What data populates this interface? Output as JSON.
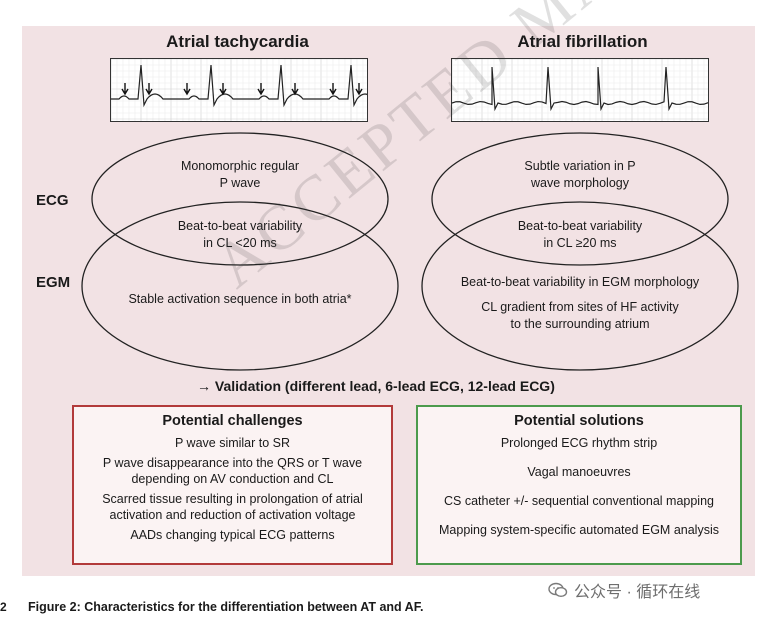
{
  "titles": {
    "at": "Atrial tachycardia",
    "af": "Atrial fibrillation"
  },
  "row_labels": {
    "ecg": "ECG",
    "egm": "EGM"
  },
  "at": {
    "ecg_only": [
      "Monomorphic regular",
      "P wave"
    ],
    "overlap": [
      "Beat-to-beat variability",
      "in CL <20 ms"
    ],
    "egm_only": [
      "Stable activation sequence in both atria*"
    ]
  },
  "af": {
    "ecg_only": [
      "Subtle variation in P",
      "wave morphology"
    ],
    "overlap": [
      "Beat-to-beat variability",
      "in CL ≥20 ms"
    ],
    "egm_only_1": [
      "Beat-to-beat variability in EGM morphology"
    ],
    "egm_only_2": [
      "CL gradient from sites of HF activity",
      "to the surrounding atrium"
    ]
  },
  "validation": "→ Validation (different lead, 6-lead ECG, 12-lead ECG)",
  "challenges": {
    "title": "Potential challenges",
    "items": [
      "P wave similar to SR",
      "P wave disappearance into the QRS or T wave depending on AV conduction and CL",
      "Scarred tissue resulting in prolongation of atrial activation and reduction of activation voltage",
      "AADs changing typical ECG patterns"
    ]
  },
  "solutions": {
    "title": "Potential solutions",
    "items": [
      "Prolonged ECG rhythm strip",
      "Vagal manoeuvres",
      "CS catheter +/- sequential conventional mapping",
      "Mapping system-specific automated EGM analysis"
    ]
  },
  "caption_number": "2",
  "caption": "Figure 2: Characteristics  for the differentiation  between AT and AF.",
  "watermark": "ACCEPTED MANUSCRIPT",
  "wechat_label": "公众号 · 循环在线",
  "colors": {
    "panel": "#f2e2e4",
    "challenge_border": "#b23a3a",
    "solution_border": "#4c9a4c"
  }
}
